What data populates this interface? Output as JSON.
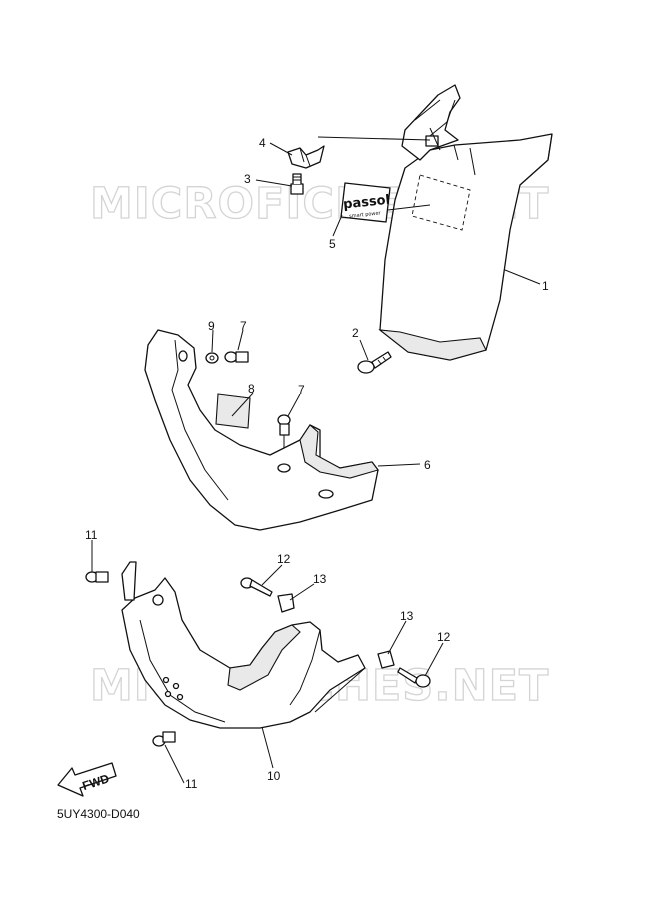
{
  "watermark": "MICROFICHES.NET",
  "diagram_code": "5UY4300-D040",
  "fwd_label": "FWD",
  "sticker": {
    "logo": "passol",
    "subtext": "smart power"
  },
  "callouts": [
    "1",
    "2",
    "3",
    "4",
    "5",
    "6",
    "7",
    "7",
    "8",
    "9",
    "10",
    "11",
    "11",
    "12",
    "12",
    "13",
    "13"
  ]
}
